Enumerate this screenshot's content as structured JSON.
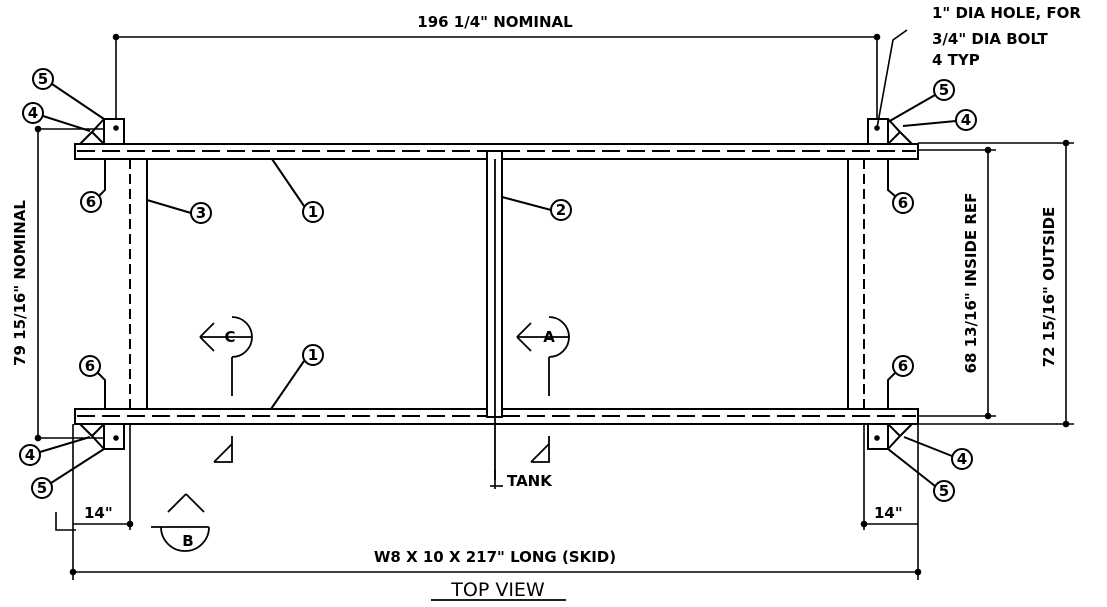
{
  "dimensions": {
    "top_length": "196 1/4\" NOMINAL",
    "left_height": "79 15/16\" NOMINAL",
    "inside_width": "68 13/16\" INSIDE REF",
    "outside_width": "72 15/16\" OUTSIDE",
    "skid": "W8 X 10 X 217\" LONG (SKID)",
    "left_offset": "14\"",
    "right_offset": "14\""
  },
  "note": {
    "line1": "1\" DIA HOLE, FOR",
    "line2": "3/4\" DIA BOLT",
    "line3": "4 TYP"
  },
  "centerline_label": "TANK",
  "section_markers": {
    "a": "A",
    "b": "B",
    "c": "C"
  },
  "balloons": {
    "b1": "1",
    "b2": "2",
    "b3": "3",
    "b4": "4",
    "b5": "5",
    "b6": "6"
  },
  "title": "TOP VIEW"
}
